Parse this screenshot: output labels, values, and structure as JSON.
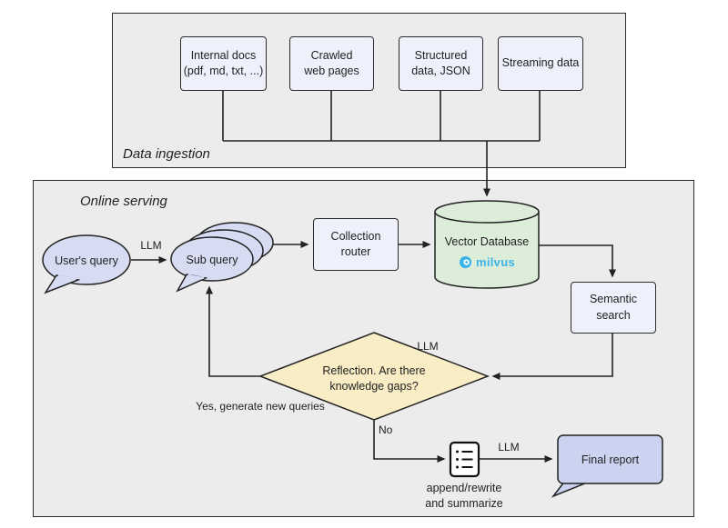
{
  "colors": {
    "section_fill": "#ececec",
    "node_fill": "#eef1fb",
    "bubble_fill": "#d7dcf3",
    "cylinder_fill": "#dcedda",
    "diamond_fill": "#f9edc5",
    "report_fill": "#ccd3f0",
    "milvus_blue": "#3bb3e8",
    "stroke": "#222222"
  },
  "ingestion": {
    "label": "Data ingestion",
    "sources": [
      {
        "line1": "Internal docs",
        "line2": "(pdf, md, txt, ...)"
      },
      {
        "line1": "Crawled",
        "line2": "web pages"
      },
      {
        "line1": "Structured",
        "line2": "data, JSON"
      },
      {
        "line1": "Streaming data",
        "line2": ""
      }
    ]
  },
  "serving": {
    "label": "Online serving",
    "user_query": "User's query",
    "sub_query": "Sub query",
    "collection_router": {
      "line1": "Collection",
      "line2": "router"
    },
    "vector_db": "Vector Database",
    "milvus_label": "milvus",
    "semantic_search": "Semantic search",
    "reflection": {
      "line1": "Reflection. Are there",
      "line2": "knowledge gaps?"
    },
    "final_report": "Final report",
    "append_note": {
      "line1": "append/rewrite",
      "line2": "and summarize"
    }
  },
  "edge_labels": {
    "llm_user_to_sub": "LLM",
    "llm_reflection": "LLM",
    "llm_report": "LLM",
    "yes_branch": "Yes, generate new queries",
    "no_branch": "No"
  }
}
